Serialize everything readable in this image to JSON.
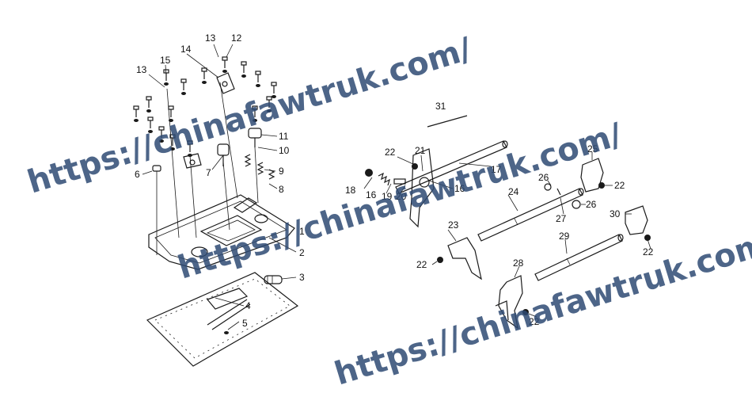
{
  "callouts": [
    "1",
    "2",
    "3",
    "4",
    "5",
    "6",
    "7",
    "8",
    "9",
    "10",
    "11",
    "12",
    "13",
    "13",
    "14",
    "15",
    "16",
    "16",
    "17",
    "18",
    "19",
    "20",
    "21",
    "22",
    "22",
    "22",
    "22",
    "22",
    "22",
    "23",
    "24",
    "25",
    "26",
    "26",
    "27",
    "28",
    "29",
    "30",
    "31"
  ],
  "watermark": {
    "text": "https://chinafawtruk.com/",
    "color": "#2e4a73"
  }
}
